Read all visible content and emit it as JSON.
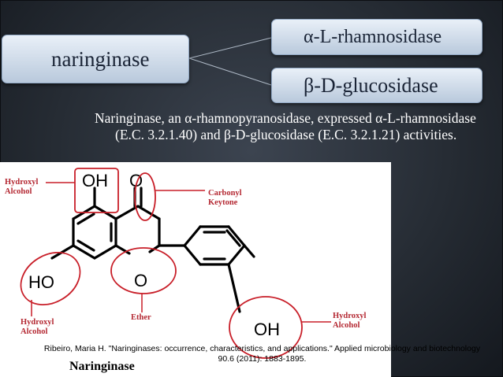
{
  "diagram": {
    "enzyme": "naringinase",
    "activities": [
      "α-L-rhamnosidase",
      "β-D-glucosidase"
    ]
  },
  "description": "Naringinase, an α-rhamnopyranosidase, expressed α-L-rhamnosidase (E.C. 3.2.1.40) and β-D-glucosidase (E.C. 3.2.1.21) activities.",
  "figure": {
    "caption": "Naringinase",
    "atoms": {
      "oh_top": "OH",
      "ho_left": "HO",
      "o_ring": "O",
      "o_carbonyl": "O",
      "oh_right": "OH"
    },
    "labels": {
      "hydroxyl_top": [
        "Hydroxyl",
        "Alcohol"
      ],
      "carbonyl": [
        "Carbonyl",
        "Keytone"
      ],
      "hydroxyl_left": [
        "Hydroxyl",
        "Alcohol"
      ],
      "ether": "Ether",
      "hydroxyl_right": [
        "Hydroxyl",
        "Alcohol"
      ]
    },
    "colors": {
      "highlight": "#c81e28",
      "bond": "#000000"
    }
  },
  "citation": "Ribeiro, Maria H. \"Naringinases: occurrence, characteristics, and applications.\" Applied microbiology and biotechnology 90.6 (2011): 1883-1895."
}
